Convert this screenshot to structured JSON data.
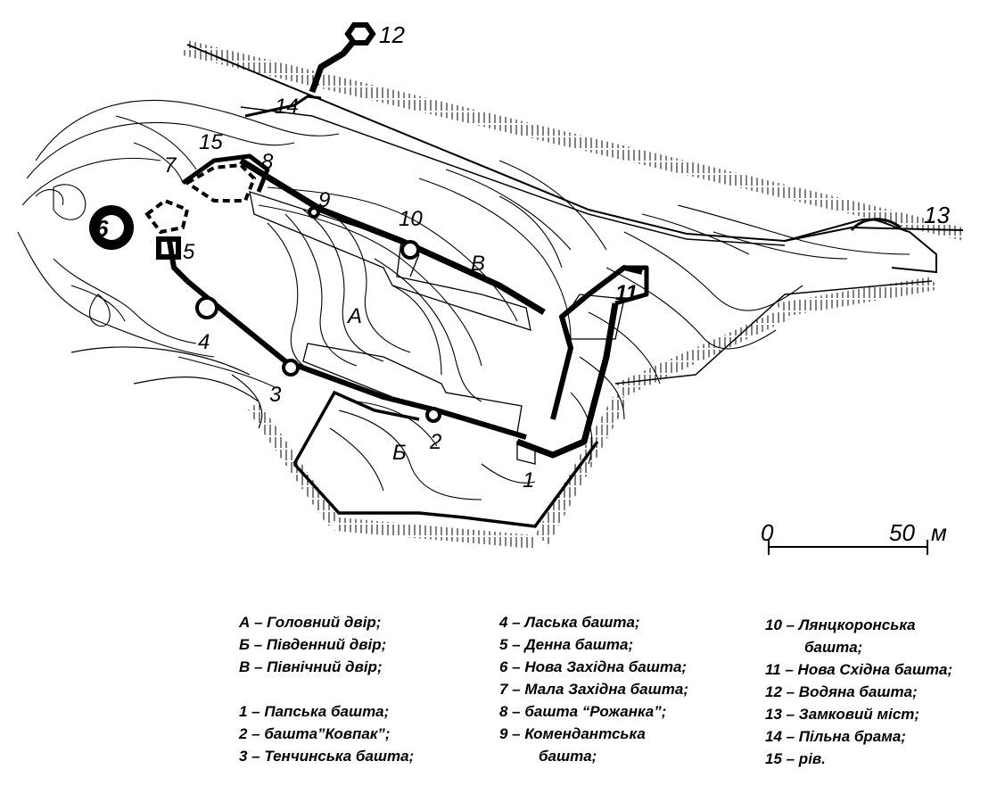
{
  "map": {
    "tower_numbers": [
      "1",
      "2",
      "3",
      "4",
      "5",
      "6",
      "7",
      "8",
      "9",
      "10",
      "11",
      "12",
      "13",
      "14",
      "15"
    ],
    "courtyard_letters": {
      "a": "А",
      "b": "Б",
      "v": "В"
    },
    "scale": {
      "start": "0",
      "end": "50",
      "unit": "м"
    }
  },
  "legend": {
    "col1": [
      "А – Головний двір;",
      "Б – Південний двір;",
      "В – Північний двір;",
      "1 – Папська башта;",
      "2 – башта”Ковпак”;",
      "3 – Тенчинська башта;"
    ],
    "col2": [
      "4 – Ласька башта;",
      "5 – Денна башта;",
      "6 – Нова Західна башта;",
      "7 – Мала Західна башта;",
      "8 – башта “Рожанка”;",
      "9 – Комендантська",
      "башта;"
    ],
    "col3": [
      "10 – Лянцкоронська",
      "башта;",
      "11 – Нова Східна башта;",
      "12 – Водяна башта;",
      "13 – Замковий міст;",
      "14 – Пільна брама;",
      "15 – рів."
    ]
  }
}
